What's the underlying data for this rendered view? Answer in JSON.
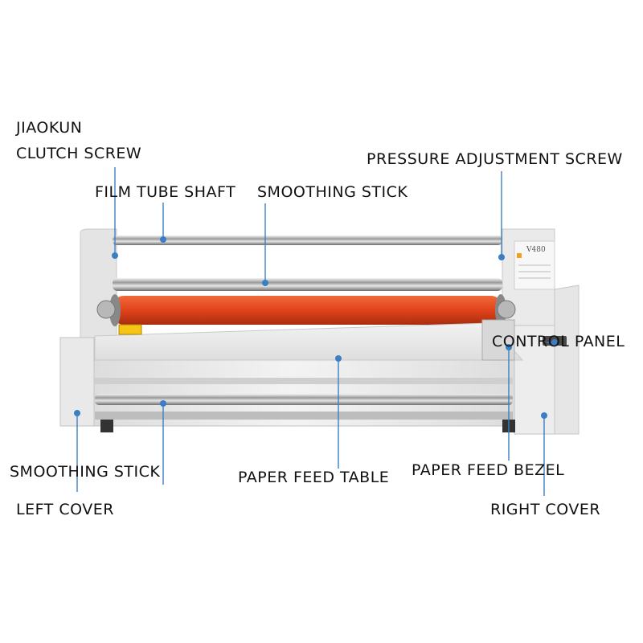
{
  "labels": {
    "brand": "JIAOKUN",
    "clutch_screw": "CLUTCH SCREW",
    "pressure_adjustment_screw": "PRESSURE ADJUSTMENT SCREW",
    "film_tube_shaft": "FILM TUBE SHAFT",
    "smoothing_stick_top": "SMOOTHING STICK",
    "control_panel": "CONTROL PANEL",
    "smoothing_stick_bottom": "SMOOTHING STICK",
    "paper_feed_table": "PAPER FEED TABLE",
    "paper_feed_bezel": "PAPER FEED BEZEL",
    "left_cover": "LEFT COVER",
    "right_cover": "RIGHT COVER"
  },
  "machine": {
    "model": "V480",
    "roller_color": "#e2431a",
    "body_color": "#eeeeee",
    "pointer_color": "#3a7fc4"
  }
}
